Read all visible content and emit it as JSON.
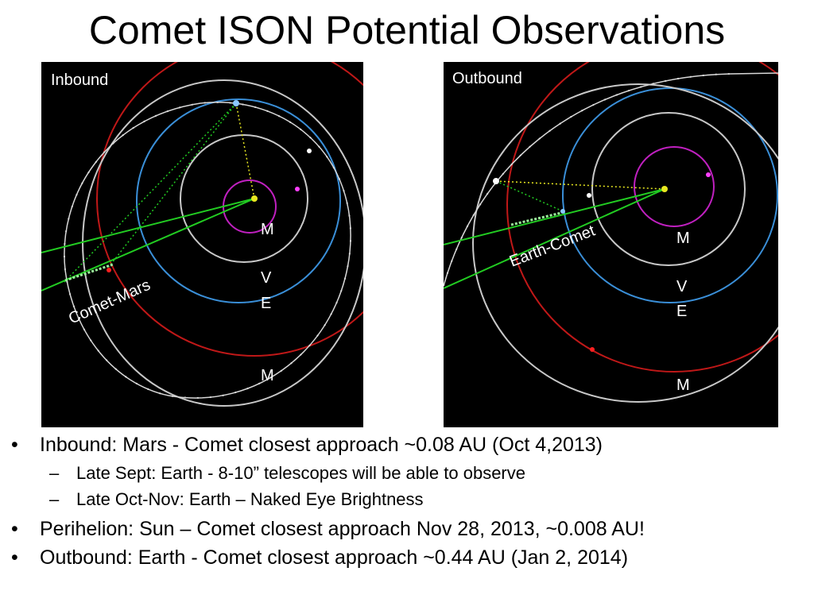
{
  "title": "Comet ISON Potential Observations",
  "inbound": {
    "label": "Inbound",
    "annotation": "Comet-Mars",
    "planet_labels": [
      "M",
      "V",
      "E",
      "M"
    ]
  },
  "outbound": {
    "label": "Outbound",
    "annotation": "Earth-Comet",
    "planet_labels": [
      "M",
      "V",
      "E",
      "M"
    ]
  },
  "colors": {
    "mars_orbit": "#c01818",
    "earth_orbit": "#3a8fd8",
    "mercury_orbit": "#c020c0",
    "venus_orbit": "#c8c8c8",
    "comet_path": "#d8d8d8",
    "sightline": "#22cc22",
    "sun": "#e8e820"
  },
  "bullets": [
    {
      "text": "Inbound: Mars - Comet closest approach ~0.08 AU (Oct 4,2013)",
      "sub": [
        "Late Sept: Earth -  8-10” telescopes will be able to observe",
        "Late Oct-Nov: Earth – Naked Eye Brightness"
      ]
    },
    {
      "text": "Perihelion: Sun – Comet closest approach Nov 28, 2013, ~0.008 AU!",
      "sub": []
    },
    {
      "text": "Outbound: Earth - Comet closest approach ~0.44 AU (Jan 2, 2014)",
      "sub": []
    }
  ]
}
